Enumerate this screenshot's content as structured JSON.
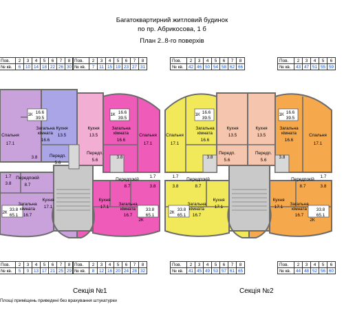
{
  "header": {
    "line1": "Багатоквартирний житловий будинок",
    "line2": "по пр. Абрикосова, 1 б",
    "line3": "План 2..8-го поверхів"
  },
  "labels": {
    "pov": "Пов.",
    "nkv": "№ кв."
  },
  "floors": [
    "2",
    "3",
    "4",
    "5",
    "6",
    "7",
    "8"
  ],
  "top_tables": [
    {
      "kv": [
        "6",
        "10",
        "14",
        "18",
        "22",
        "26",
        "30"
      ]
    },
    {
      "kv": [
        "7",
        "11",
        "15",
        "19",
        "23",
        "27",
        "31"
      ]
    },
    {
      "kv": [
        "42",
        "46",
        "50",
        "54",
        "58",
        "62",
        "66"
      ]
    },
    {
      "kv": [
        "43",
        "47",
        "51",
        "55",
        "59"
      ]
    }
  ],
  "bottom_tables": [
    {
      "kv": [
        "5",
        "9",
        "13",
        "17",
        "21",
        "25",
        "29"
      ]
    },
    {
      "kv": [
        "8",
        "12",
        "16",
        "20",
        "24",
        "28",
        "32"
      ]
    },
    {
      "kv": [
        "41",
        "45",
        "49",
        "53",
        "57",
        "61",
        "65"
      ]
    },
    {
      "kv": [
        "44",
        "48",
        "52",
        "56",
        "60"
      ]
    }
  ],
  "rooms": {
    "bedroom": "Спальня",
    "living": "Загальна",
    "living2": "кімната",
    "kitchen": "Кухня",
    "hall": "Передп.",
    "hall_long": "Передпокій",
    "apt_1k": "1К",
    "apt_2k": "2К"
  },
  "values": {
    "area_1k_a": "16.6",
    "area_1k_b": "39.5",
    "area_2k_a": "33.8",
    "area_2k_b": "65.1",
    "bed_top": "17.1",
    "living_top": "16.6",
    "kitchen_top": "13.5",
    "hall_small": "5.6",
    "wc": "3.8",
    "bath": "1.7",
    "hall_long": "8.7",
    "kitchen_bot": "17.1",
    "living_bot": "16.7"
  },
  "sections": {
    "s1": "Секція №1",
    "s2": "Секція №2"
  },
  "footnote": "Площі приміщень приведені без врахування штукатурки",
  "colors": {
    "purple": "#c9a2dc",
    "lavender": "#a9a5e6",
    "pink_light": "#f2aed3",
    "magenta": "#ef5bb8",
    "yellow": "#f1e85a",
    "peach": "#f5c6ad",
    "orange": "#f6a84c",
    "core": "#c9c9c9",
    "wall": "#6b6b6b"
  }
}
